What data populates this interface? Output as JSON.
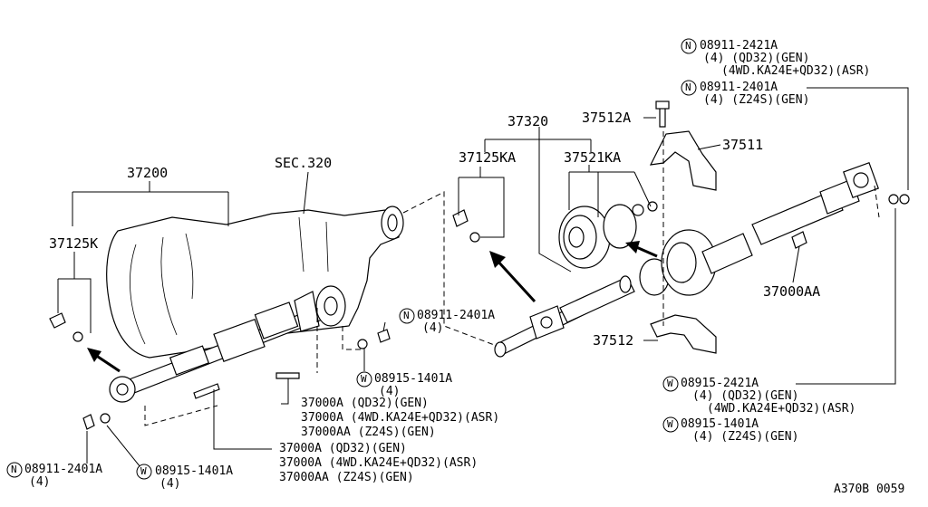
{
  "labels": {
    "p37200": "37200",
    "sec320": "SEC.320",
    "p37125k": "37125K",
    "p37320": "37320",
    "p37125ka": "37125KA",
    "p37521ka": "37521KA",
    "p37512a": "37512A",
    "p37511": "37511",
    "p37000aa_r": "37000AA",
    "p37512": "37512",
    "n_top1": "08911-2421A",
    "n_top1_l2": "(4) (QD32)(GEN)",
    "n_top1_l3": "(4WD.KA24E+QD32)(ASR)",
    "n_top2": "08911-2401A",
    "n_top2_l2": "(4) (Z24S)(GEN)",
    "n_mid": "08911-2401A",
    "n_mid_l2": "(4)",
    "w_mid": "08915-1401A",
    "w_mid_l2": "(4)",
    "w_r1": "08915-2421A",
    "w_r1_l2": "(4) (QD32)(GEN)",
    "w_r1_l3": "(4WD.KA24E+QD32)(ASR)",
    "w_r2": "08915-1401A",
    "w_r2_l2": "(4) (Z24S)(GEN)",
    "g1_l1": "37000A (QD32)(GEN)",
    "g1_l2": "37000A (4WD.KA24E+QD32)(ASR)",
    "g1_l3": "37000AA (Z24S)(GEN)",
    "g2_l1": "37000A (QD32)(GEN)",
    "g2_l2": "37000A (4WD.KA24E+QD32)(ASR)",
    "g2_l3": "37000AA (Z24S)(GEN)",
    "n_bl": "08911-2401A",
    "n_bl_l2": "(4)",
    "w_bl": "08915-1401A",
    "w_bl_l2": "(4)",
    "code": "A370B 0059"
  },
  "symbols": {
    "n": "N",
    "w": "W"
  }
}
